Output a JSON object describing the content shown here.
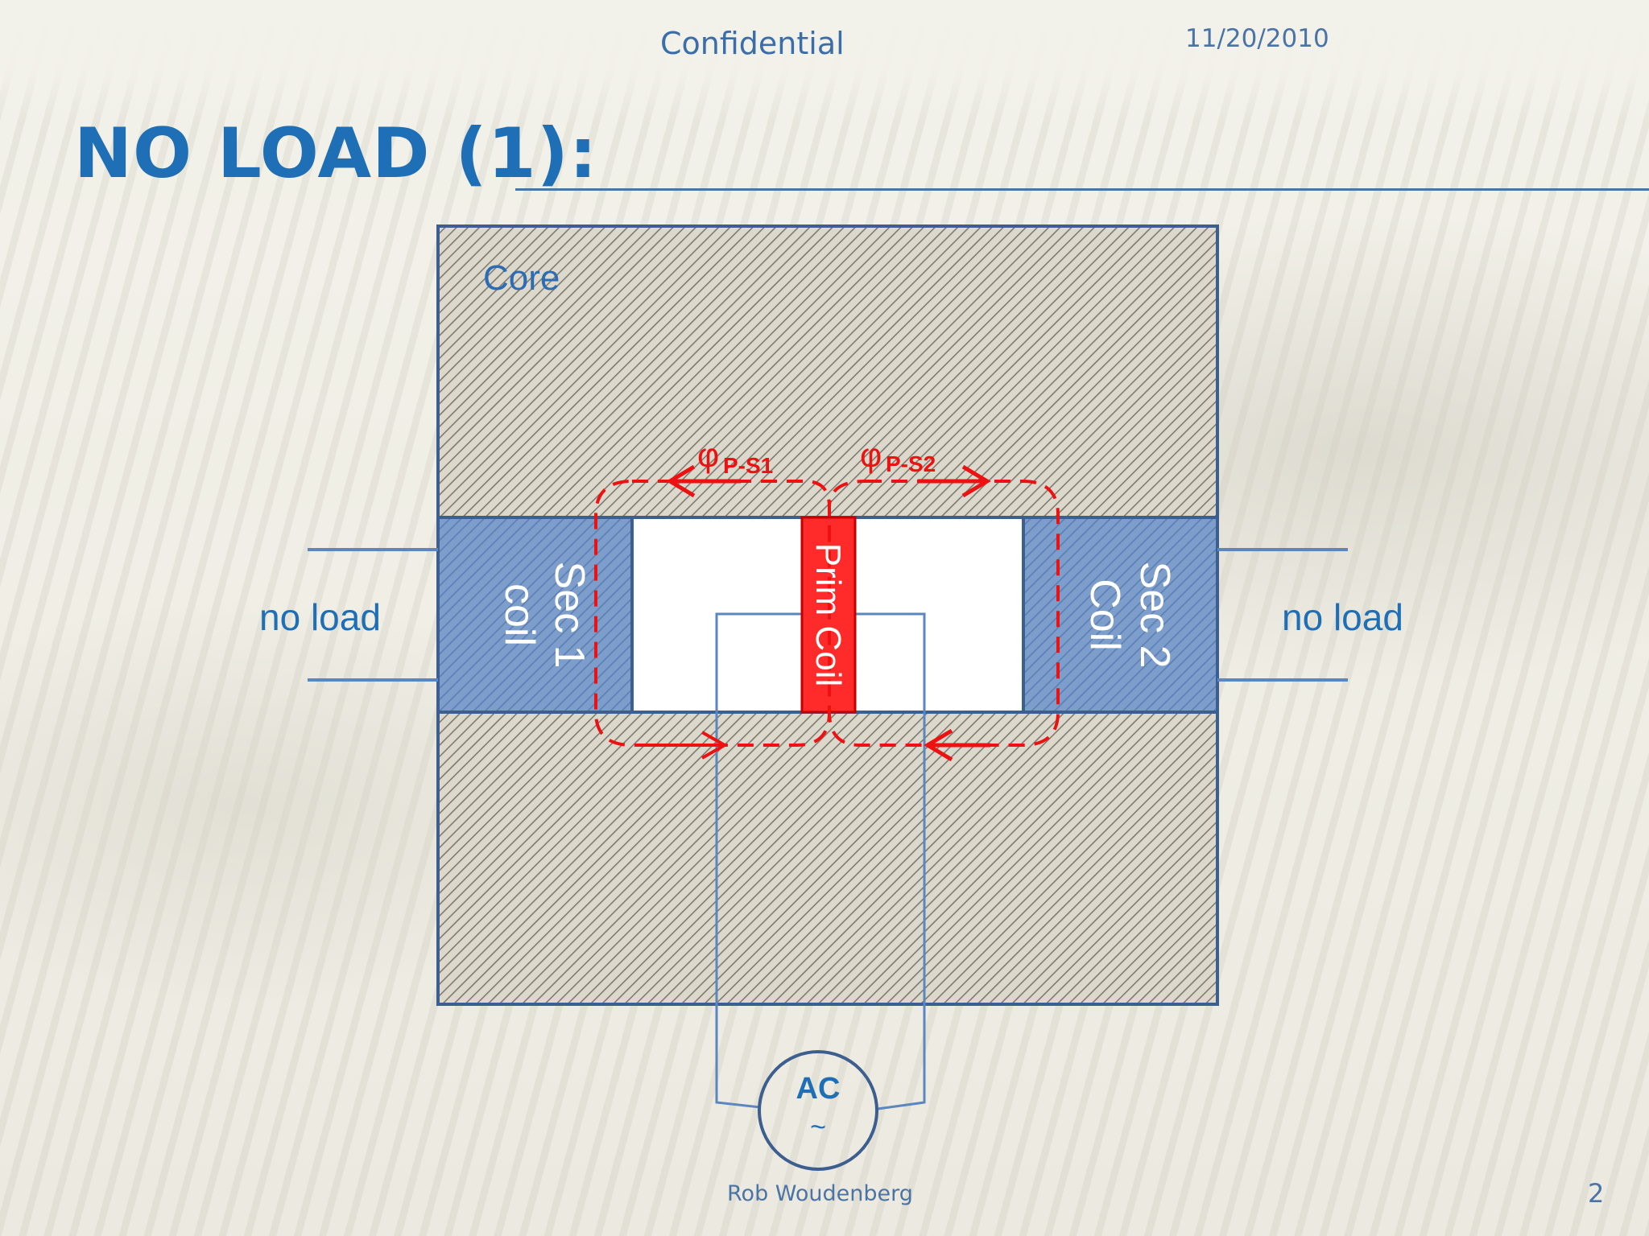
{
  "header": {
    "confidential": "Confidential",
    "date": "11/20/2010"
  },
  "title": "NO LOAD (1):",
  "diagram": {
    "core_label": "Core",
    "sec1_line1": "Sec 1",
    "sec1_line2": "coil",
    "sec2_line1": "Sec 2",
    "sec2_line2": "Coil",
    "prim_label": "Prim Coil",
    "left_load": "no load",
    "right_load": "no load",
    "flux1_symbol": "φ",
    "flux1_sub": "P-S1",
    "flux2_symbol": "φ",
    "flux2_sub": "P-S2",
    "source_label": "AC",
    "source_symbol": "~"
  },
  "colors": {
    "accent_blue": "#1f6fb6",
    "line_blue": "#3c5f8f",
    "coil_blue": "#6f93c4",
    "prim_red": "#ff2a2a",
    "flux_red": "#ee1111"
  },
  "footer": {
    "author": "Rob Woudenberg",
    "page": "2"
  }
}
